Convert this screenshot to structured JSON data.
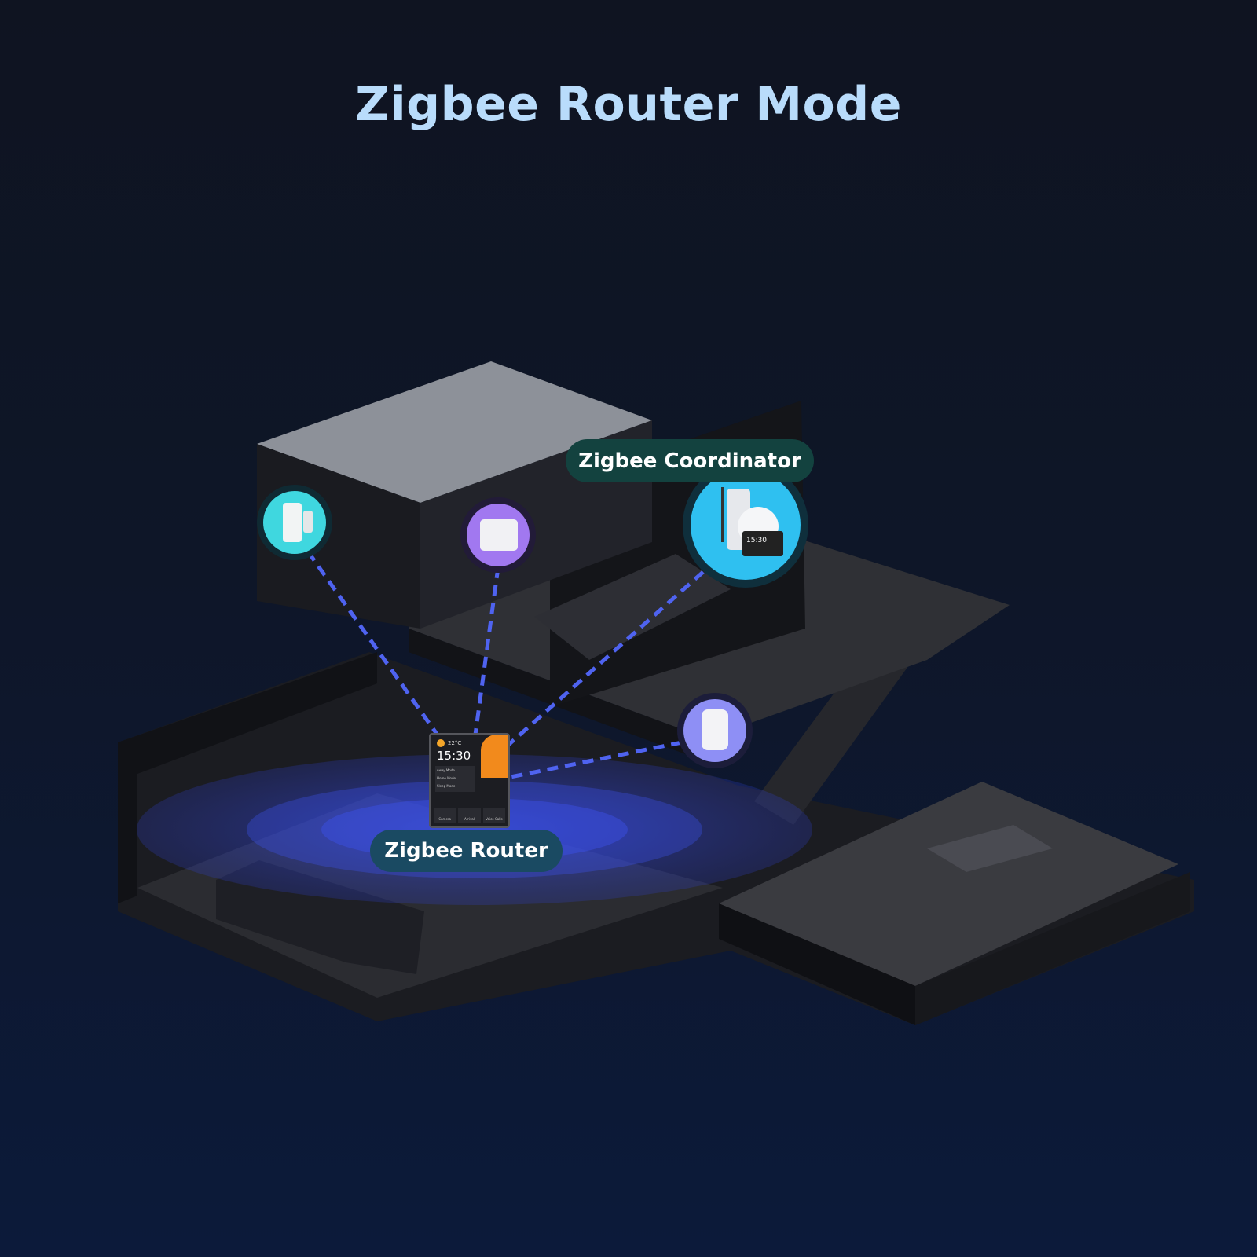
{
  "title": "Zigbee Router Mode",
  "labels": {
    "coordinator": "Zigbee Coordinator",
    "router": "Zigbee Router"
  },
  "router_panel": {
    "temperature": "22°C",
    "time": "15:30",
    "modes": [
      "Away Mode",
      "Home Mode",
      "Sleep Mode"
    ],
    "buttons": [
      "Camera",
      "Arrival",
      "Voice Calls"
    ]
  },
  "coordinator_display_time": "15:30",
  "icons": [
    "door-sensor-icon",
    "mini-switch-icon",
    "coordinator-devices-icon",
    "radiator-valve-icon",
    "smart-panel-icon"
  ],
  "colors": {
    "title": "#b9dcfb",
    "link_line": "#4f63f0",
    "coordinator_circle": "#2fc0f0",
    "door_sensor_circle": "#3fd7df",
    "switch_circle": "#a178f0",
    "valve_circle": "#8e8ff5"
  }
}
